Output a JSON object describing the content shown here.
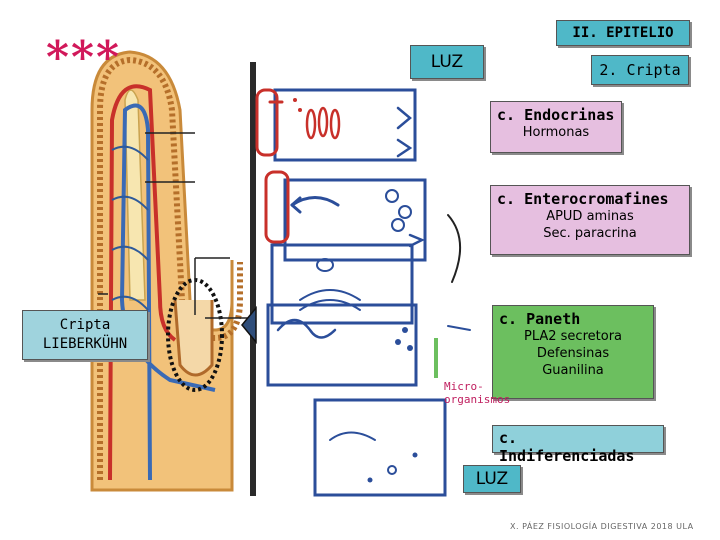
{
  "header": {
    "section_title": "II. EPITELIO",
    "subsection_title": "2. Cripta",
    "marker_text": "***"
  },
  "lumen": {
    "top_label": "LUZ",
    "bottom_label": "LUZ"
  },
  "crypt_label": {
    "line1": "Cripta",
    "line2": "LIEBERKÜHN"
  },
  "cells": {
    "endocrinas": {
      "title": "c. Endocrinas",
      "lines": [
        "Hormonas"
      ]
    },
    "enterocromafines": {
      "title": "c. Enterocromafines",
      "lines": [
        "APUD aminas",
        "Sec. paracrina"
      ]
    },
    "paneth": {
      "title": "c. Paneth",
      "lines": [
        "PLA2 secretora",
        "Defensinas",
        "Guanilina"
      ]
    },
    "indiferenciadas": {
      "title": "c. Indiferenciadas"
    }
  },
  "microorganisms": {
    "line1": "Micro-",
    "line2": "organismos"
  },
  "footer": {
    "credit": "X. PÁEZ   FISIOLOGÍA DIGESTIVA 2018  ULA"
  },
  "colors": {
    "teal_box": "#4fb8c8",
    "pink_box": "#e6bfe0",
    "green_box": "#6cbf5f",
    "light_teal_box": "#8fd0da",
    "asterisk_red": "#d1185a"
  }
}
